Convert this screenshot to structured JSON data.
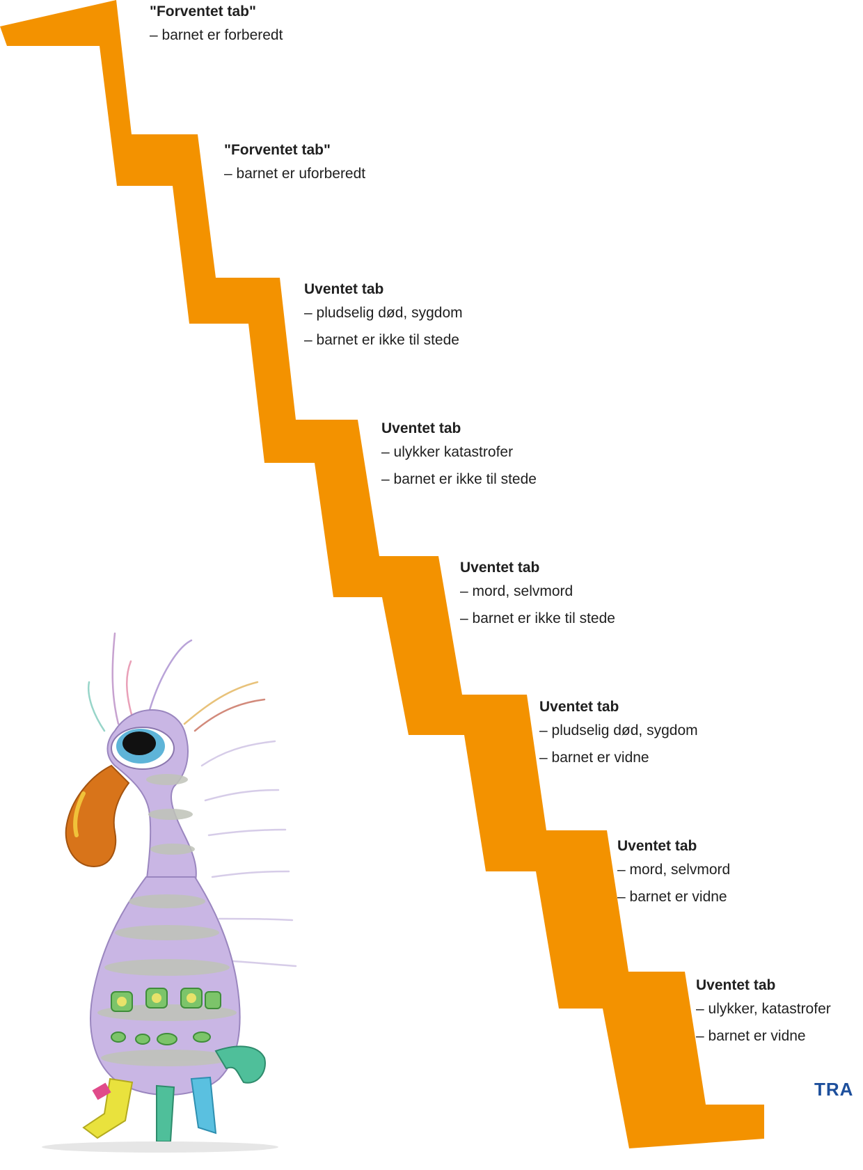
{
  "steps": [
    {
      "title": "\"Forventet tab\"",
      "lines": [
        "– barnet er forberedt"
      ]
    },
    {
      "title": "\"Forventet tab\"",
      "lines": [
        "– barnet er uforberedt"
      ]
    },
    {
      "title": "Uventet tab",
      "lines": [
        "– pludselig død, sygdom",
        "– barnet er ikke til stede"
      ]
    },
    {
      "title": "Uventet tab",
      "lines": [
        "– ulykker katastrofer",
        "– barnet er ikke til stede"
      ]
    },
    {
      "title": "Uventet tab",
      "lines": [
        "– mord, selvmord",
        "– barnet er ikke til stede"
      ]
    },
    {
      "title": "Uventet tab",
      "lines": [
        "– pludselig død, sygdom",
        "– barnet er vidne"
      ]
    },
    {
      "title": "Uventet tab",
      "lines": [
        "– mord, selvmord",
        "– barnet er vidne"
      ]
    },
    {
      "title": "Uventet tab",
      "lines": [
        "– ulykker, katastrofer",
        "– barnet er vidne"
      ]
    }
  ],
  "brand_text": "TRA",
  "colors": {
    "stairs": "#f39200",
    "brand": "#1d4f9c",
    "creature_body": "#c9b6e4",
    "creature_beak": "#d8741a"
  }
}
